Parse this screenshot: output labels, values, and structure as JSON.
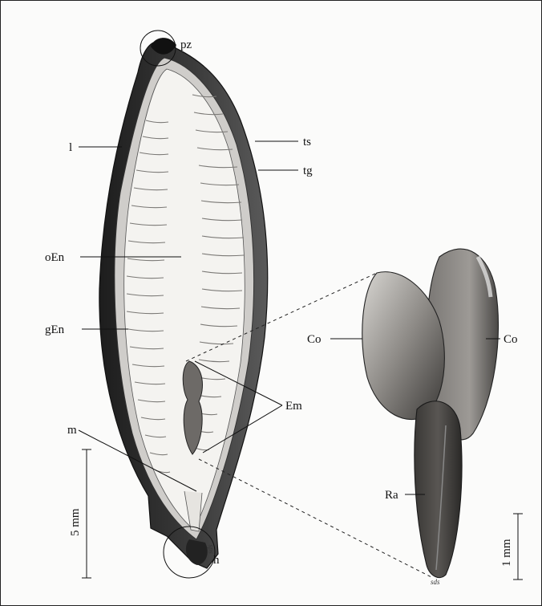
{
  "labels": {
    "pz": "pz",
    "l": "l",
    "ts": "ts",
    "tg": "tg",
    "oEn": "oEn",
    "gEn": "gEn",
    "Em": "Em",
    "m": "m",
    "h": "h",
    "Co_left": "Co",
    "Co_right": "Co",
    "Ra": "Ra"
  },
  "scale_bars": {
    "seed": "5 mm",
    "embryo": "1 mm"
  },
  "artist_signature": "sds"
}
